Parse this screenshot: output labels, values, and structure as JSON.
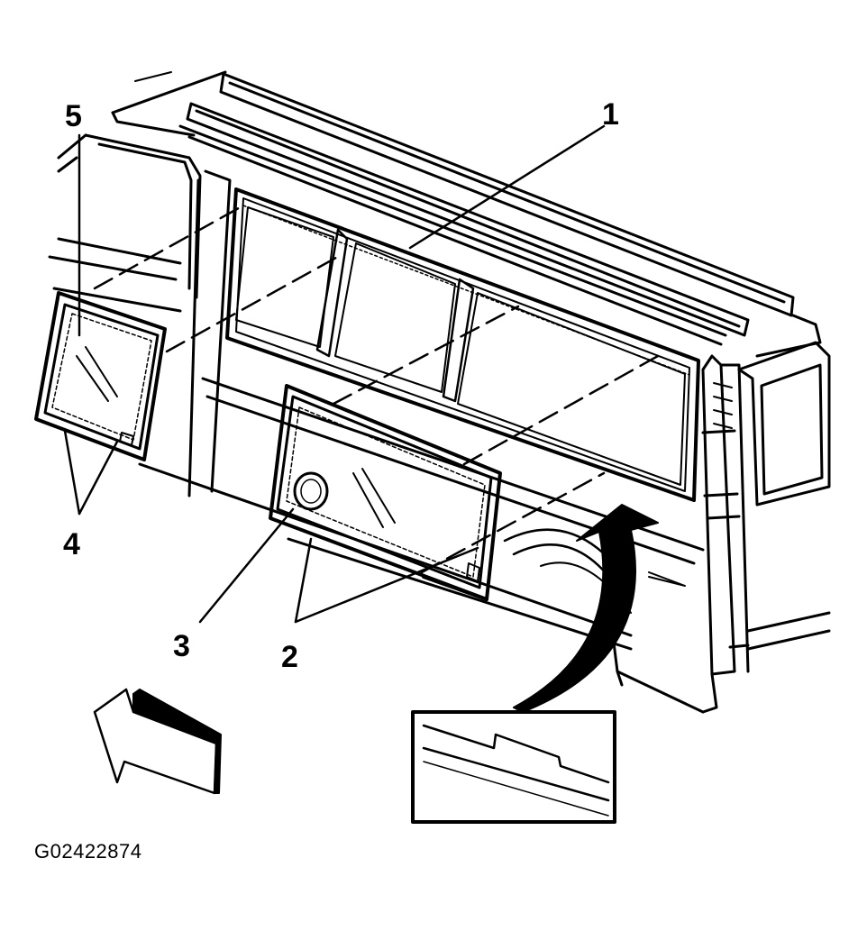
{
  "callouts": {
    "c1": "1",
    "c2": "2",
    "c3": "3",
    "c4": "4",
    "c5": "5"
  },
  "figure_id": "G02422874",
  "colors": {
    "ink": "#000000",
    "background": "#ffffff"
  }
}
